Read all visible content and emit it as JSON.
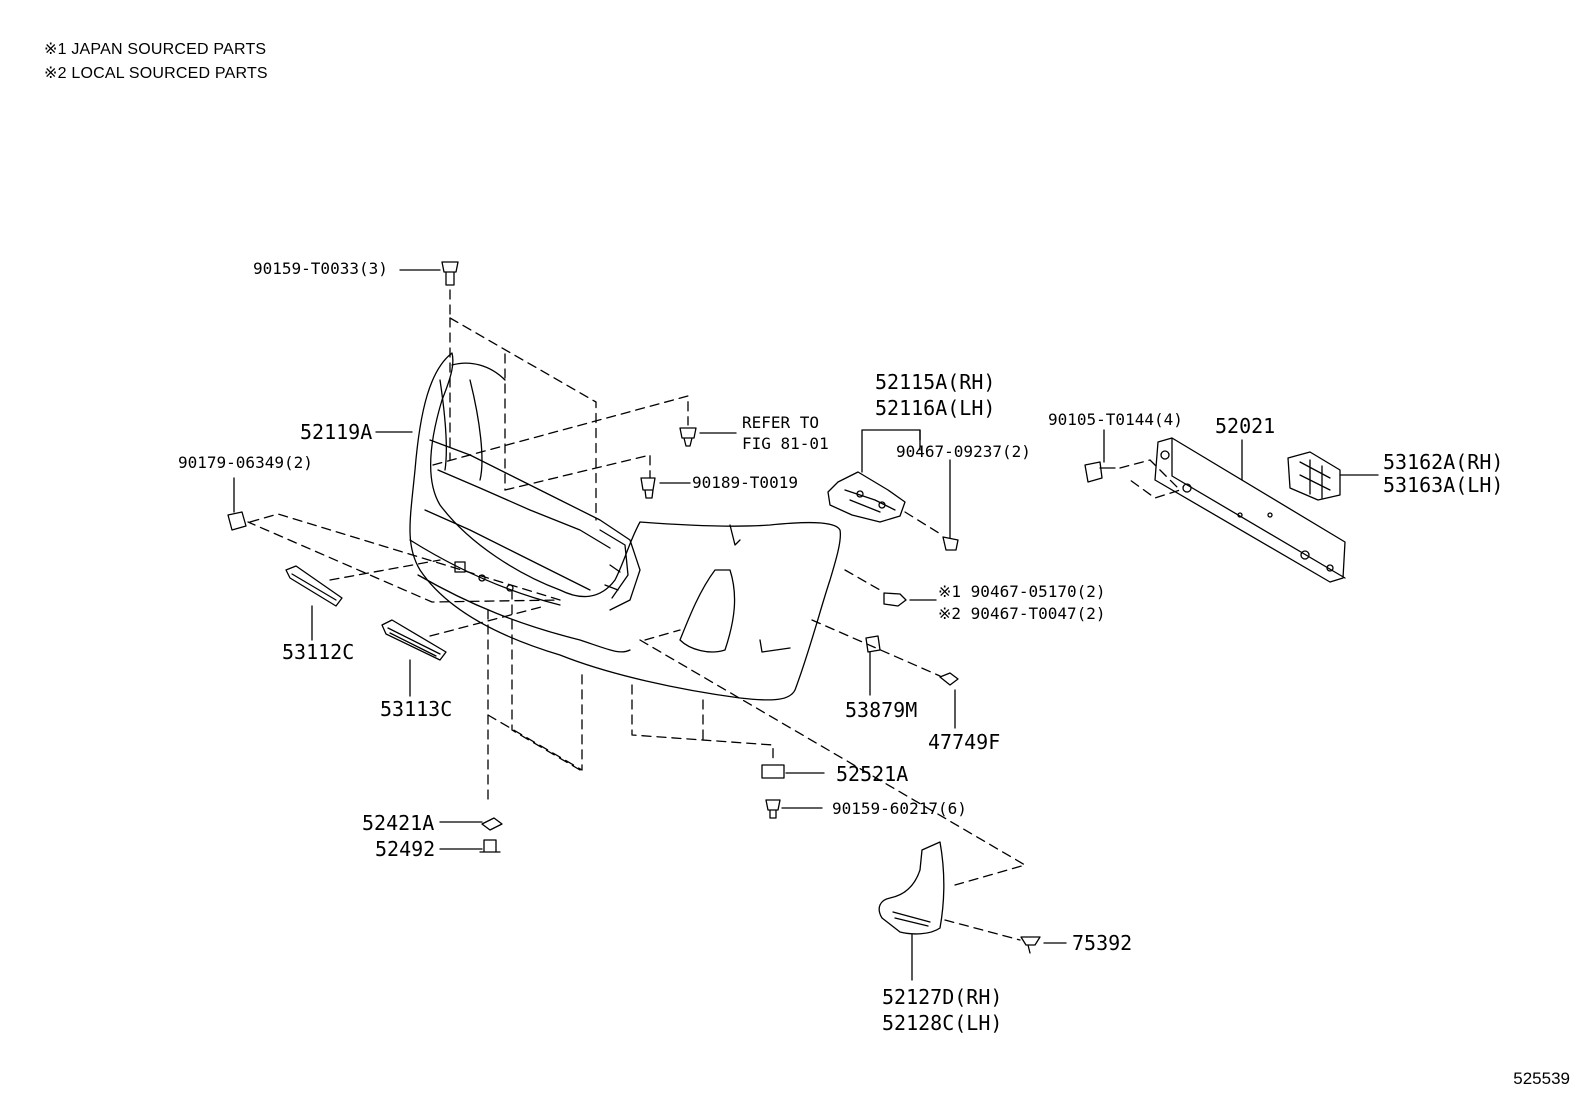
{
  "notes": [
    "※1 JAPAN SOURCED PARTS",
    "※2 LOCAL SOURCED PARTS"
  ],
  "labels": {
    "p90159_t0033": "90159-T0033(3)",
    "p52119a": "52119A",
    "p90179_06349": "90179-06349(2)",
    "p53112c": "53112C",
    "p53113c": "53113C",
    "p52421a": "52421A",
    "p52492": "52492",
    "refer_line1": "REFER TO",
    "refer_line2": "FIG 81-01",
    "p90189_t0019": "90189-T0019",
    "p52115a": "52115A(RH)",
    "p52116a": "52116A(LH)",
    "p90467_09237": "90467-09237(2)",
    "p90467_05170": "※1 90467-05170(2)",
    "p90467_t0047": "※2 90467-T0047(2)",
    "p53879m": "53879M",
    "p47749f": "47749F",
    "p52521a": "52521A",
    "p90159_60217": "90159-60217(6)",
    "p75392": "75392",
    "p52127d": "52127D(RH)",
    "p52128c": "52128C(LH)",
    "p90105_t0144": "90105-T0144(4)",
    "p52021": "52021",
    "p53162a": "53162A(RH)",
    "p53163a": "53163A(LH)"
  },
  "figure_number": "525539"
}
